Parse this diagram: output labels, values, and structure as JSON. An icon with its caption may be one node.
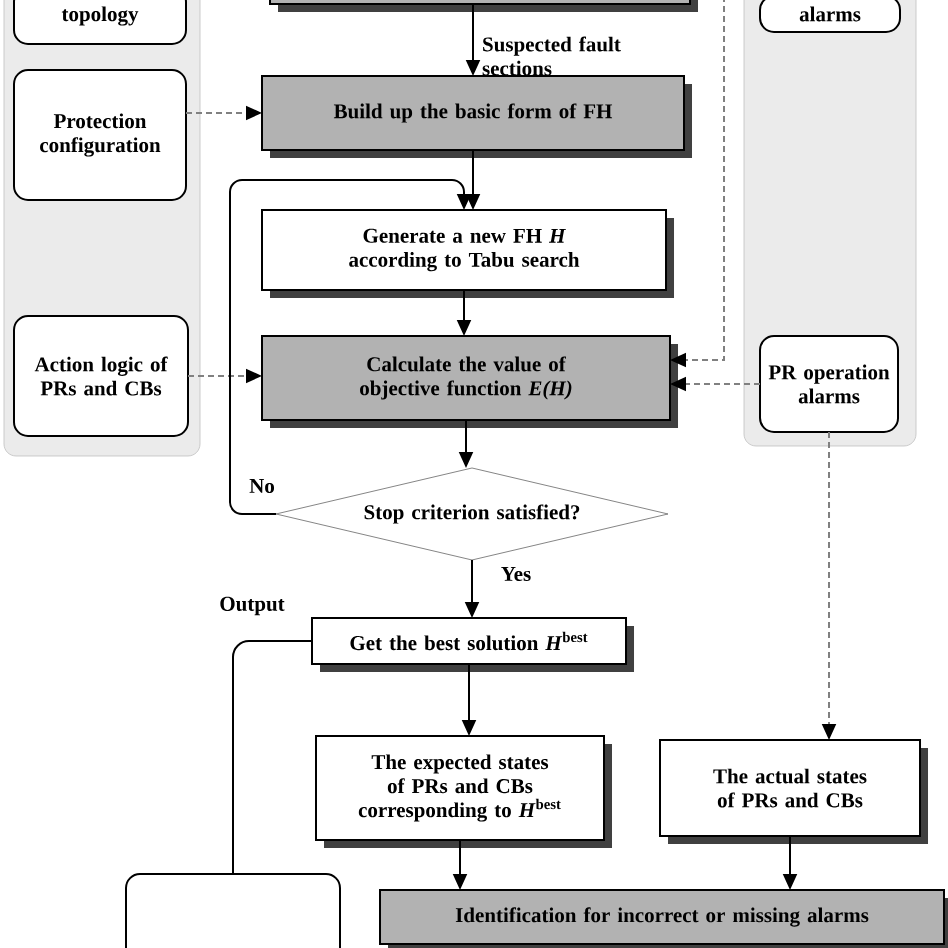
{
  "diagram": {
    "nodes": [
      {
        "text": [],
        "shape": "box"
      },
      {
        "text": [
          "topology"
        ],
        "in": 0
      },
      {
        "text": [
          "Protection configuration"
        ],
        "in": 0
      },
      {
        "text": [
          "Action logic of PRs and CBs"
        ],
        "in": 0
      },
      {
        "text": [],
        "shape": "box"
      },
      {
        "text": [
          "alarms"
        ],
        "in": 4
      },
      {
        "text": [
          "PR operation alarms"
        ],
        "in": 4
      },
      {
        "text": [],
        "shape": "box"
      },
      {
        "text": [
          "Build up the basic form of FH"
        ]
      },
      {
        "text": [
          "Generate a new FH *H* according to Tabu search"
        ]
      },
      {
        "text": [
          "Calculate the value of objective function *E(H)*"
        ]
      },
      {
        "text": [
          "Stop criterion satisfied?"
        ]
      },
      {
        "text": [
          "Get the best solution *H*$^{best}$"
        ]
      },
      {
        "text": [
          "The expected states of PRs and CBs corresponding to *H*$^{best}$"
        ]
      },
      {
        "text": [
          "The actual states of PRs and CBs"
        ]
      },
      {
        "text": [
          "Identification for incorrect or missing alarms"
        ]
      },
      {
        "text": [],
        "shape": "box"
      }
    ],
    "edges": [
      {
        "from": 7,
        "to": 8,
        "arrow": "to",
        "label": "Suspected fault sections"
      },
      {
        "from": 2,
        "to": 8,
        "arrow": "to",
        "style": "dashed",
        "color": "#808080"
      },
      {
        "from": 8,
        "to": 9,
        "arrow": "to"
      },
      {
        "from": 9,
        "to": 10,
        "arrow": "to"
      },
      {
        "from": 3,
        "to": 10,
        "arrow": "to",
        "style": "dashed",
        "color": "#808080"
      },
      {
        "from": 4,
        "to": 10,
        "arrow": "to",
        "style": "dashed",
        "color": "#808080"
      },
      {
        "from": 6,
        "to": 10,
        "arrow": "to",
        "style": "dashed",
        "color": "#808080"
      },
      {
        "from": 10,
        "to": 11,
        "arrow": "to"
      },
      {
        "from": 11,
        "to": 9,
        "arrow": "to",
        "label": "No"
      },
      {
        "from": 11,
        "to": 12,
        "arrow": "to",
        "label": "Yes"
      },
      {
        "from": 12,
        "to": 16,
        "arrow": "none",
        "label": "Output"
      },
      {
        "from": 12,
        "to": 13,
        "arrow": "to"
      },
      {
        "from": 6,
        "to": 14,
        "arrow": "to",
        "style": "dashed",
        "color": "#808080"
      },
      {
        "from": 13,
        "to": 15,
        "arrow": "to"
      },
      {
        "from": 14,
        "to": 15,
        "arrow": "to"
      }
    ]
  }
}
